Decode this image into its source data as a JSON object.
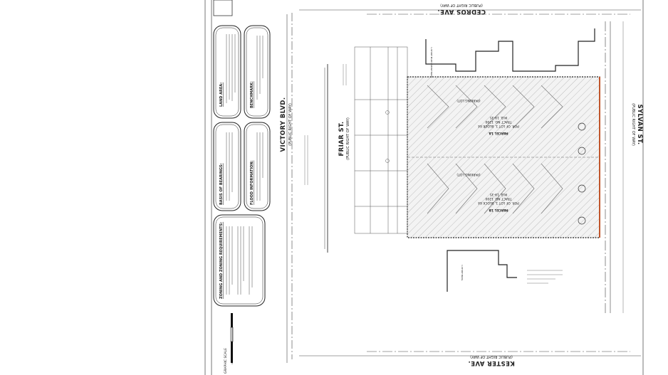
{
  "streets": {
    "victory_blvd": "VICTORY BLVD.",
    "victory_sub": "(PUBLIC RIGHT OF WAY)",
    "friar_st": "FRIAR ST.",
    "friar_sub": "(PUBLIC RIGHT OF WAY)",
    "cedros_ave": "CEDROS AVE.",
    "cedros_sub": "(PUBLIC RIGHT OF WAY)",
    "kester_ave": "KESTER AVE.",
    "kester_sub": "(PUBLIC RIGHT OF WAY)",
    "sylvan_st": "SYLVAN ST.",
    "sylvan_sub": "(PUBLIC RIGHT OF WAY)"
  },
  "parcels": {
    "parcel_1a": {
      "title": "PARCEL 1A",
      "lines": [
        "POR. OF LOT 1, BLOCK 64",
        "TRACT NO. 1200",
        "M.B. 19-35"
      ],
      "parking": "(PARKING LOT)"
    },
    "parcel_1b": {
      "title": "PARCEL 1B",
      "lines": [
        "POR. OF LOT 1, BLOCK 64",
        "TRACT NO. 1200",
        "M.B. 19-35"
      ],
      "parking": "(PARKING LOT)"
    }
  },
  "notes": {
    "land_area": "LAND AREA:",
    "benchmark": "BENCHMARK:",
    "basis_of_bearings": "BASIS OF BEARINGS:",
    "flood_information": "FLOOD INFORMATION:",
    "zoning": "ZONING AND ZONING REQUIREMENTS:"
  },
  "buildings": {
    "north": "1-STORY MULTI-FAMILY BLDG.",
    "south": "1-STORY BLDG."
  },
  "graphic_scale": "GRAPHIC SCALE",
  "colors": {
    "line": "#333333",
    "hatch": "#8a8a8a",
    "parking_fill": "#ececec",
    "accent": "#c0552b"
  }
}
